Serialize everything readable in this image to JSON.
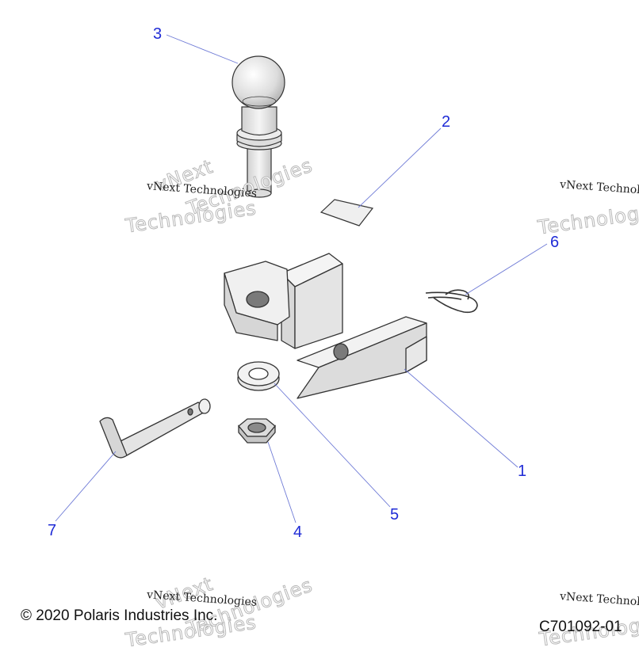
{
  "callouts": [
    {
      "id": "1",
      "label": "1"
    },
    {
      "id": "2",
      "label": "2"
    },
    {
      "id": "3",
      "label": "3"
    },
    {
      "id": "4",
      "label": "4"
    },
    {
      "id": "5",
      "label": "5"
    },
    {
      "id": "6",
      "label": "6"
    },
    {
      "id": "7",
      "label": "7"
    }
  ],
  "footer": {
    "copyright": "© 2020 Polaris Industries Inc.",
    "drawing_number": "C701092-01"
  },
  "watermark": {
    "line1": "vNext Technologies",
    "line2": "Technologies",
    "line3": "vNext"
  },
  "colors": {
    "callout": "#1f2bd6",
    "leader": "#6f7bd6",
    "part_outline": "#333333",
    "part_fill": "#e6e6e6"
  }
}
